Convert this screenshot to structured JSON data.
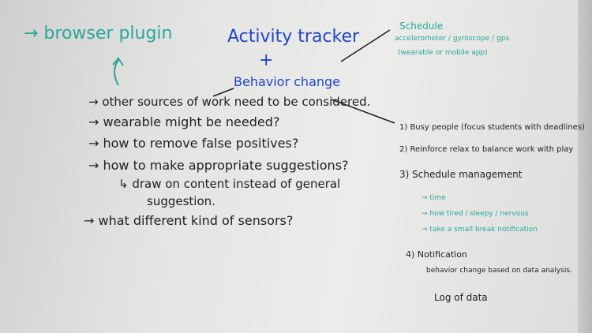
{
  "teal_left": {
    "browser_plugin": "→ browser plugin"
  },
  "center": {
    "activity_tracker": "Activity tracker",
    "plus": "+",
    "behavior_change": "Behavior change"
  },
  "teal_right": {
    "schedule": "Schedule",
    "sensors": "accelerometer / gyroscope / gps",
    "wearable": "(wearable or mobile app)"
  },
  "left_list": {
    "item1": "→ other sources of work need to be considered.",
    "item2": "→ wearable might be needed?",
    "item3": "→ how to remove false positives?",
    "item4": "→ how to make appropriate suggestions?",
    "item5a": "↳ draw on content instead of general",
    "item5b": "suggestion.",
    "item6": "→ what different kind of sensors?"
  },
  "right_list": {
    "item1": "1) Busy people (focus students with deadlines)",
    "item2": "2) Reinforce relax to balance work with play",
    "item3": "3) Schedule management",
    "sub1": "→ time",
    "sub2": "→ how tired / sleepy / nervous",
    "sub3": "→ take a small break notification",
    "item4": "4) Notification",
    "item4a": "behavior change based on data analysis.",
    "item4b": "Log of data"
  },
  "colors": {
    "teal": "#2aa79a",
    "blue": "#2146c7",
    "black": "#1f1f1f",
    "board": "#e6e6e4"
  }
}
